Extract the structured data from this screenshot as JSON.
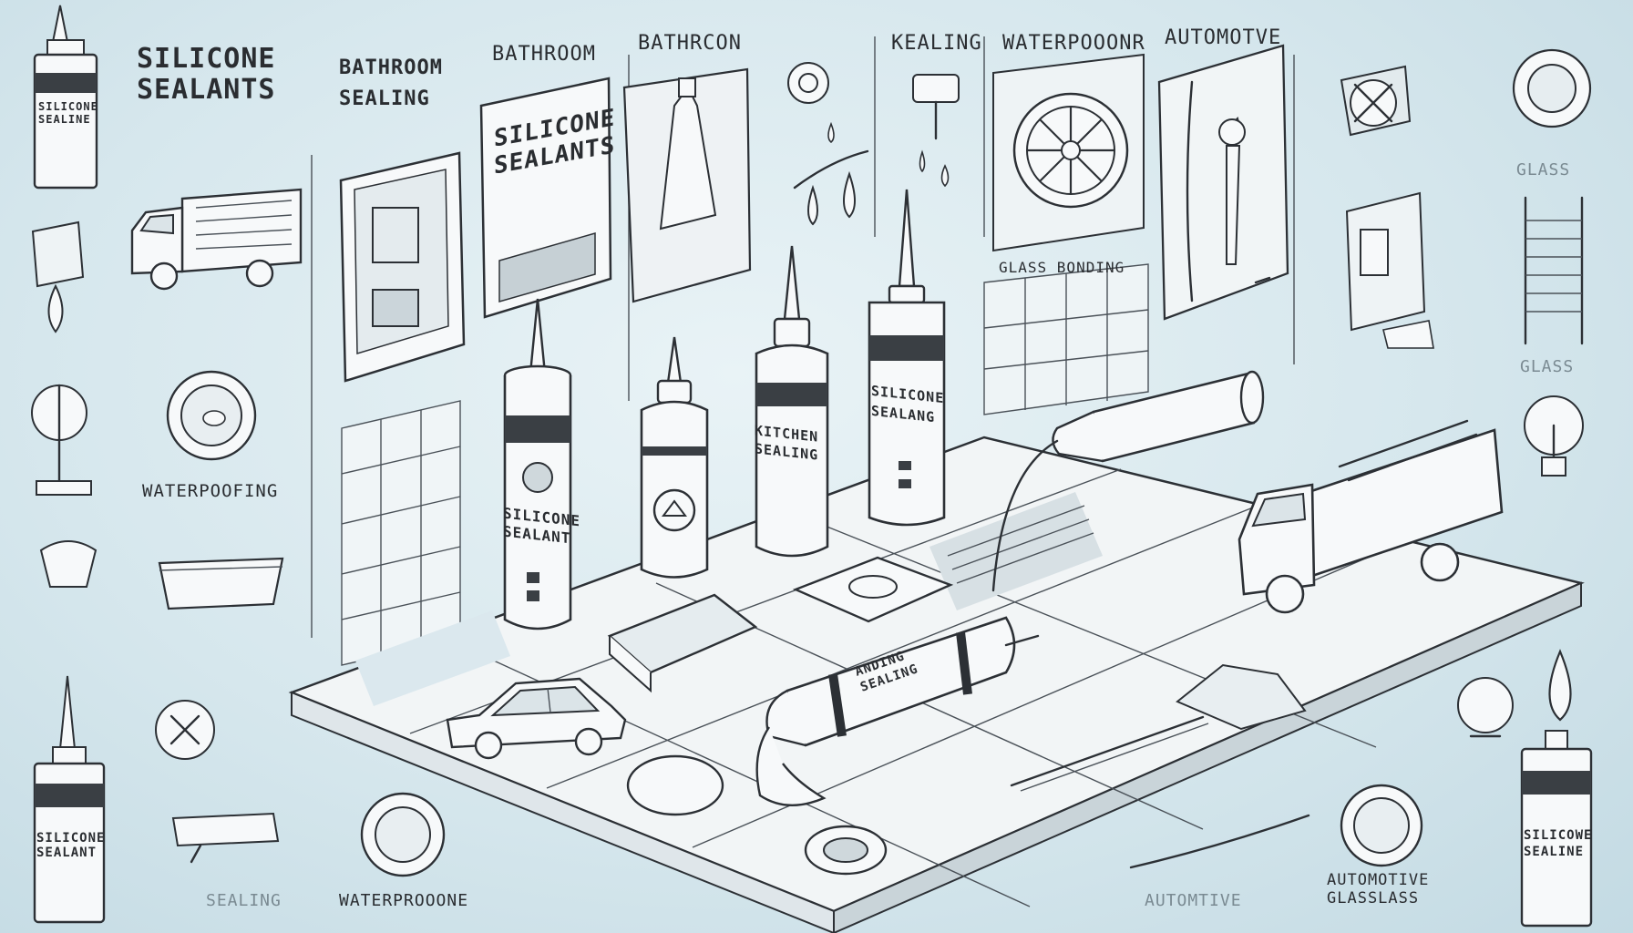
{
  "top_labels": {
    "silicone_sealants": "SILICONE\nSEALANTS",
    "bathroom_sealing": "BATHROOM\nSEALING",
    "bathroom": "BATHROOM",
    "bathrcon": "BATHRCON",
    "kealing": "KEALING",
    "waterpoonr": "WATERPOOONR",
    "automotive": "AUTOMOTVE"
  },
  "poster_text": "SILICONE\nSEALANTS",
  "glass_bonding": "GLASS BONDING",
  "side_labels": {
    "glass_top": "GLASS",
    "glass_mid": "GLASS",
    "waterproofing": "WATERPOOFING",
    "bottom_sealing": "SEALING",
    "bottom_waterproofing": "WATERPROOONE",
    "bottom_automotive": "AUTOMTIVE",
    "automotive_glass": "AUTOMOTIVE\nGLASSLASS"
  },
  "tubes": {
    "left_top": "SILICONE\nSEALINE",
    "left_bottom": "SILICONE\nSEALANT",
    "cartridge_1": "SILICONE\nSEALANT",
    "bottle_2": "KITCHEN\nSEALING",
    "bottle_3": "SILICONE\nSEALANG",
    "lying_tube": "ANDING\nSEALING",
    "right_bottom": "SILICOWE\nSEALINE"
  },
  "colors": {
    "background": "#d6e7ed",
    "platform": "#f2f5f6",
    "ink": "#2c3035"
  }
}
